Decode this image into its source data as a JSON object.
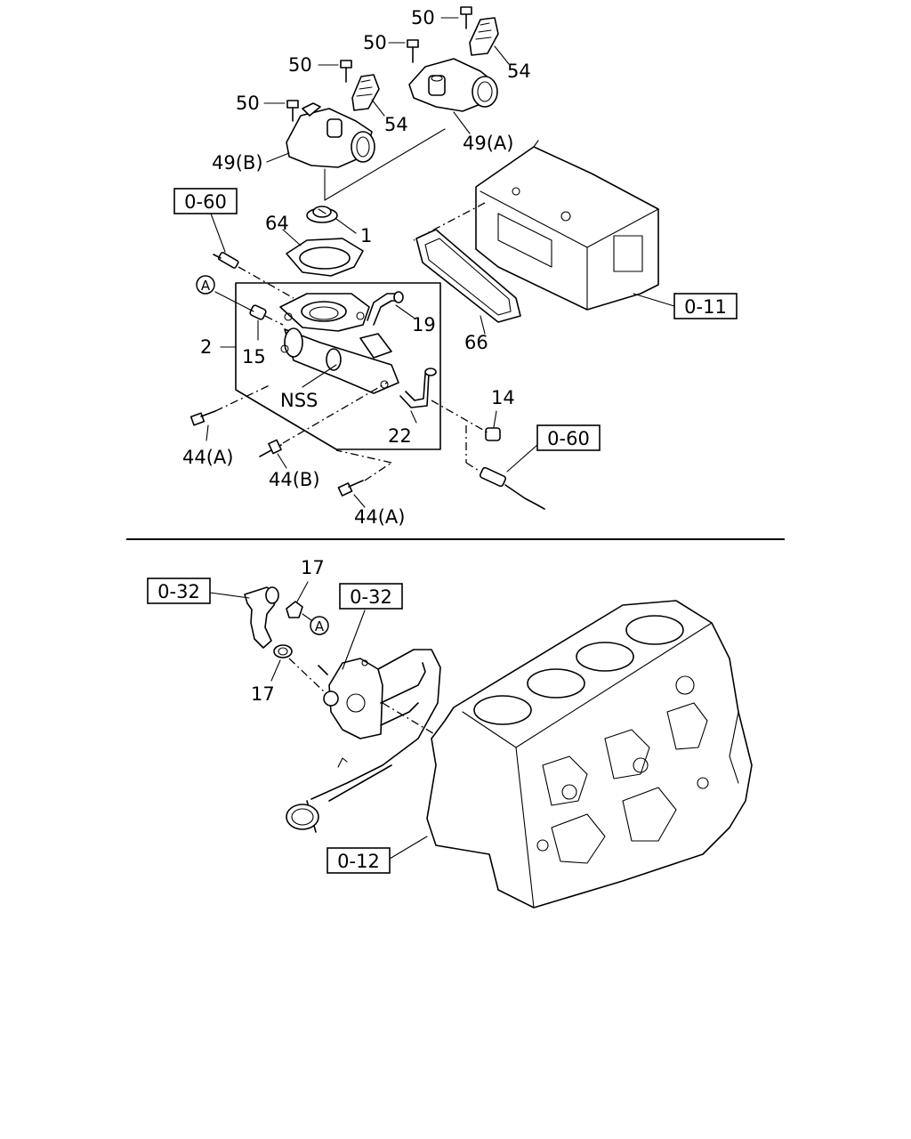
{
  "refs": {
    "r060_top": "0-60",
    "r011": "0-11",
    "r060_right": "0-60",
    "r032_left": "0-32",
    "r032_mid": "0-32",
    "r012": "0-12"
  },
  "callouts": {
    "c50a": "50",
    "c50b": "50",
    "c50c": "50",
    "c50d": "50",
    "c54a": "54",
    "c54b": "54",
    "c49a": "49(A)",
    "c49b": "49(B)",
    "c64": "64",
    "c1": "1",
    "c2": "2",
    "c15": "15",
    "c19": "19",
    "c66": "66",
    "cnss": "NSS",
    "c22": "22",
    "c14": "14",
    "c44a1": "44(A)",
    "c44b": "44(B)",
    "c44a2": "44(A)",
    "c17a": "17",
    "c17b": "17",
    "markerA1": "A",
    "markerA2": "A"
  },
  "icons": [
    "thermostat-housing",
    "thermostat",
    "gasket",
    "water-outlet-pipe",
    "bolt",
    "clip",
    "temperature-sensor",
    "hose",
    "cylinder-head",
    "cylinder-block"
  ]
}
